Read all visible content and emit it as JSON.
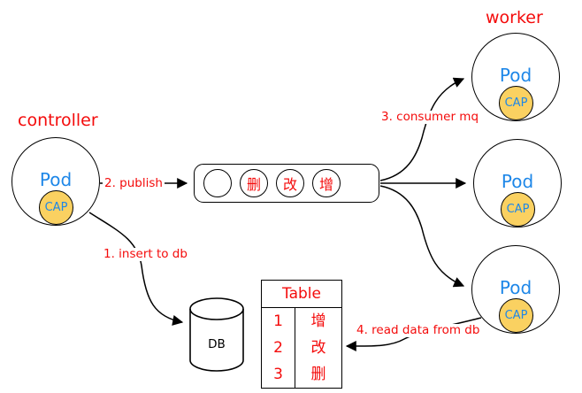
{
  "colors": {
    "accent_red": "#f40b0b",
    "pod_blue": "#1e87e8",
    "cap_yellow": "#fad161",
    "line_black": "#000000"
  },
  "controller": {
    "label": "controller",
    "pod": "Pod",
    "cap": "CAP"
  },
  "workers": {
    "label": "worker",
    "items": [
      {
        "pod": "Pod",
        "cap": "CAP"
      },
      {
        "pod": "Pod",
        "cap": "CAP"
      },
      {
        "pod": "Pod",
        "cap": "CAP"
      }
    ]
  },
  "queue": {
    "items": [
      "",
      "删",
      "改",
      "增"
    ]
  },
  "steps": {
    "insert": "1. insert to db",
    "publish": "2. publish",
    "consume": "3. consumer mq",
    "read": "4. read data from db"
  },
  "database": {
    "label": "DB"
  },
  "table": {
    "title": "Table",
    "rows": [
      {
        "num": "1",
        "op": "增"
      },
      {
        "num": "2",
        "op": "改"
      },
      {
        "num": "3",
        "op": "删"
      }
    ]
  }
}
